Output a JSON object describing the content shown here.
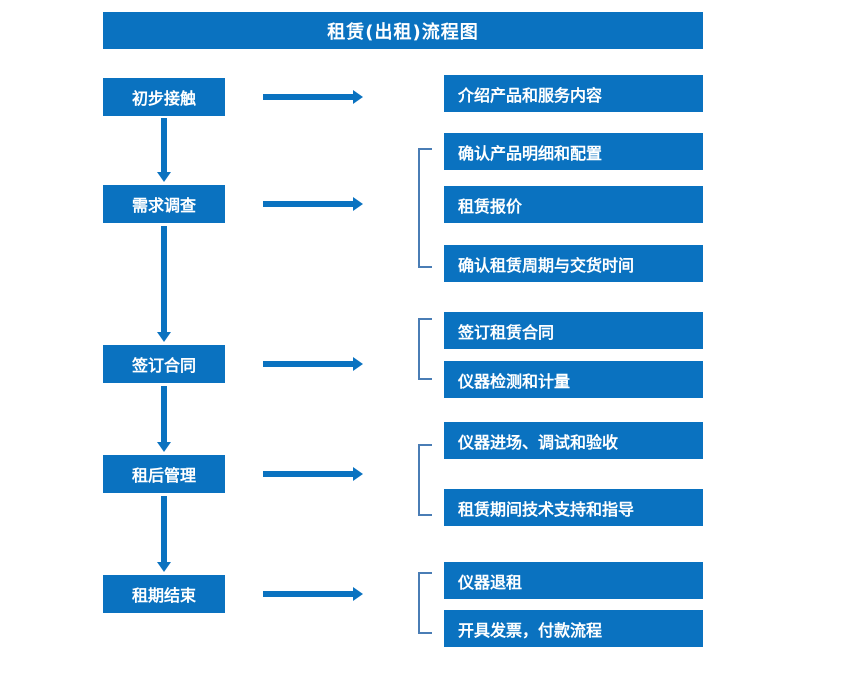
{
  "header": {
    "title": "租赁(出租)流程图",
    "bg_color": "#0a72c0",
    "text_color": "#ffffff"
  },
  "theme": {
    "node_fill": "#0a72c0",
    "node_text": "#ffffff",
    "arrow_color": "#0a72c0",
    "bracket_color": "#4a7db5",
    "page_background": "#ffffff"
  },
  "stages": [
    {
      "id": "stage-1",
      "label": "初步接触"
    },
    {
      "id": "stage-2",
      "label": "需求调查"
    },
    {
      "id": "stage-3",
      "label": "签订合同"
    },
    {
      "id": "stage-4",
      "label": "租后管理"
    },
    {
      "id": "stage-5",
      "label": "租期结束"
    }
  ],
  "details": [
    {
      "id": "detail-1-1",
      "label": "介绍产品和服务内容"
    },
    {
      "id": "detail-2-1",
      "label": "确认产品明细和配置"
    },
    {
      "id": "detail-2-2",
      "label": "租赁报价"
    },
    {
      "id": "detail-2-3",
      "label": "确认租赁周期与交货时间"
    },
    {
      "id": "detail-3-1",
      "label": "签订租赁合同"
    },
    {
      "id": "detail-3-2",
      "label": "仪器检测和计量"
    },
    {
      "id": "detail-4-1",
      "label": "仪器进场、调试和验收"
    },
    {
      "id": "detail-4-2",
      "label": "租赁期间技术支持和指导"
    },
    {
      "id": "detail-5-1",
      "label": "仪器退租"
    },
    {
      "id": "detail-5-2",
      "label": "开具发票，付款流程"
    }
  ],
  "connectors": {
    "vertical_arrows": 4,
    "horizontal_arrows": 5,
    "group_brackets": 4
  }
}
